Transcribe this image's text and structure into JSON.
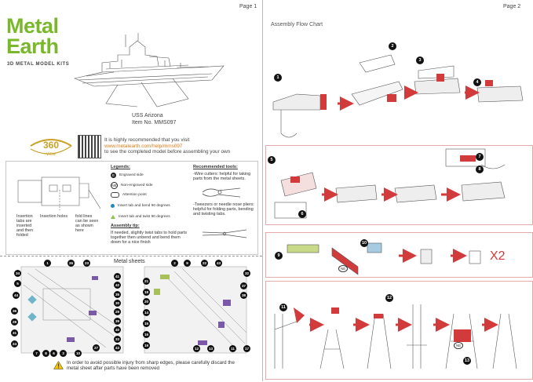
{
  "page1": {
    "page_number": "Page 1",
    "brand": {
      "line1": "Metal",
      "line2": "Earth",
      "tagline": "3D METAL MODEL KITS"
    },
    "model": {
      "name": "USS Arizona",
      "item": "Item No. MMS097"
    },
    "badge": {
      "number": "360",
      "word": "view"
    },
    "qr_note": {
      "line1": "It is highly recommended that you visit",
      "link": "www.metalearth.com/help/mms097",
      "line3": "to see the completed model before assembling your own"
    },
    "diagram_labels": {
      "insertion_tabs": "Insertion tabs are inserted and then folded",
      "insertion_holes": "Insertion holes",
      "fold_lines": "fold lines can be seen as shown here"
    },
    "legend": {
      "title": "Legends:",
      "items": [
        {
          "symbol": "E",
          "text": "Engraved side"
        },
        {
          "symbol": "NE",
          "text": "Non-engraved side"
        },
        {
          "symbol": "",
          "text": "Attention point"
        },
        {
          "symbol": "",
          "text": "Insert tab and bend 90 degrees"
        },
        {
          "symbol": "",
          "text": "Insert tab and twist 90 degrees"
        }
      ]
    },
    "assembly_tip": {
      "title": "Assembly tip:",
      "text": "If needed, slightly twist tabs to hold parts together then unbend and bend them down for a nice finish"
    },
    "tools": {
      "title": "Recommended tools:",
      "wire_cutters": "-Wire cutters: helpful for taking parts from the metal sheets.",
      "tweezers": "-Tweezers or needle nose pliers: helpful for folding parts, bending and twisting tabs."
    },
    "sheets": {
      "title": "Metal sheets",
      "left_numbers": [
        "1",
        "26",
        "23",
        "34",
        "5",
        "44",
        "41",
        "42",
        "35",
        "30",
        "29",
        "36",
        "28",
        "31",
        "24",
        "27",
        "39",
        "40",
        "33",
        "43",
        "7",
        "8",
        "6",
        "3",
        "10"
      ],
      "right_numbers": [
        "2",
        "9",
        "22",
        "43",
        "21",
        "18",
        "20",
        "14",
        "15",
        "16",
        "19",
        "12",
        "13",
        "11",
        "32",
        "17",
        "37",
        "38"
      ]
    },
    "warning": "In order to avoid possible injury from sharp edges, please carefully discard the metal sheet after parts have been removed"
  },
  "page2": {
    "page_number": "Page 2",
    "flow_title": "Assembly Flow Chart",
    "multiplier": "X2",
    "step_numbers": [
      "1",
      "2",
      "3",
      "4",
      "5",
      "6",
      "7",
      "8",
      "9",
      "10",
      "11",
      "12",
      "13"
    ],
    "tag_NE": "NE"
  },
  "colors": {
    "brand_green": "#7ab72d",
    "accent_red": "#d23b3b",
    "link_orange": "#e07b14"
  }
}
